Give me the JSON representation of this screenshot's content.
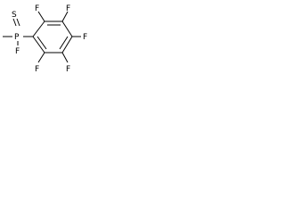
{
  "molecule": {
    "atoms": {
      "sulfur": "S",
      "phosphorus": "P",
      "fluorine_on_p": "F",
      "ring_f_top": "F",
      "ring_f_upper_right": "F",
      "ring_f_right": "F",
      "ring_f_lower_right": "F",
      "ring_f_bottom_left": "F"
    },
    "colors": {
      "bond": "#000000",
      "background": "#ffffff",
      "label": "#000000"
    }
  }
}
